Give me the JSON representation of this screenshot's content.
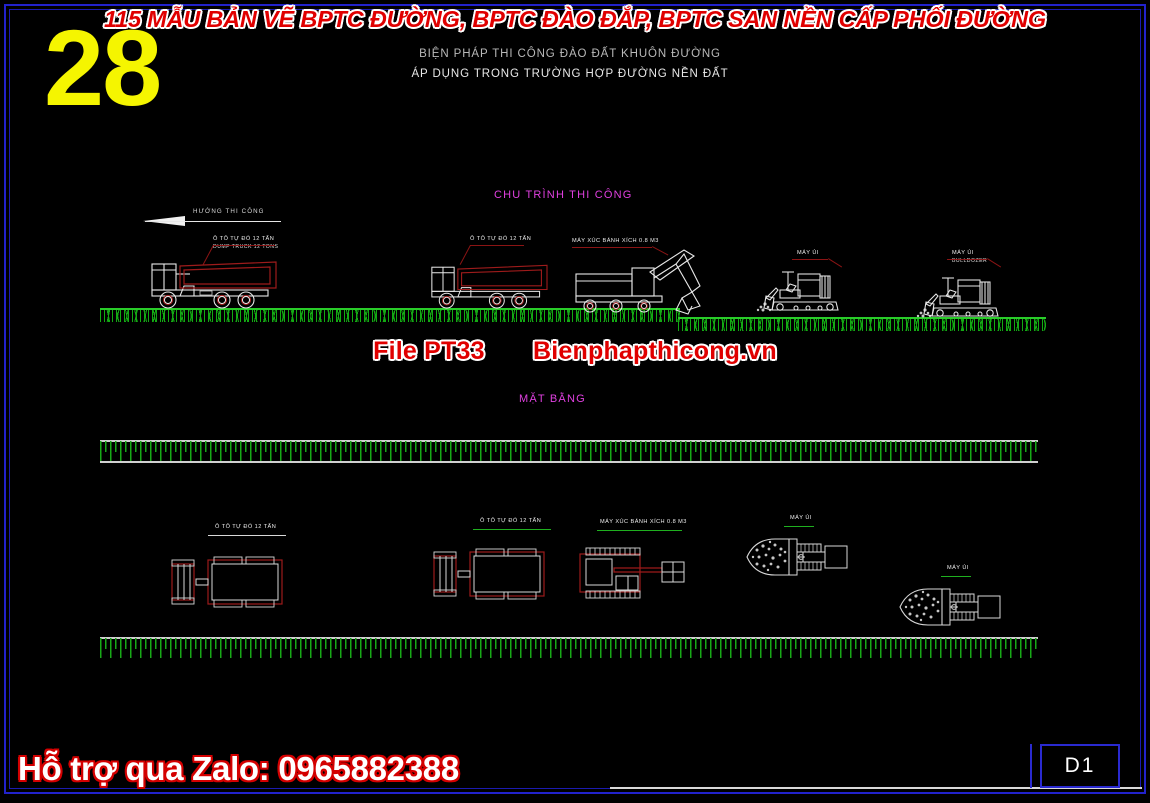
{
  "banner": {
    "text": "115 MẪU BẢN VẼ BPTC ĐƯỜNG, BPTC ĐÀO ĐẮP, BPTC SAN NỀN CẤP PHỐI ĐƯỜNG"
  },
  "sheet_number": "28",
  "drawing": {
    "subtitle_line1": "BIỆN PHÁP THI CÔNG ĐÀO ĐẤT KHUÔN ĐƯỜNG",
    "subtitle_line2": "ÁP DỤNG TRONG TRƯỜNG HỢP ĐƯỜNG NỀN ĐẤT",
    "section_cycle": "CHU TRÌNH THI CÔNG",
    "section_plan": "MẶT BẰNG",
    "direction_label": "HƯỚNG THI CÔNG"
  },
  "labels": {
    "truck_vn": "Ô TÔ TỰ ĐỔ 12 TẤN",
    "truck_en": "DUMP TRUCK 12 TONS",
    "excavator_vn": "MÁY XÚC BÁNH XÍCH 0.8 M3",
    "dozer_vn": "MÁY ỦI",
    "dozer_en": "BULLDOZER"
  },
  "watermark": {
    "file": "File PT33",
    "site": "Bienphapthicong.vn",
    "support": "Hỗ trợ qua Zalo: 0965882388"
  },
  "titleblock": {
    "sheet_code": "D1"
  },
  "colors": {
    "background": "#000000",
    "frame": "#2222cc",
    "banner_fill": "#e00000",
    "banner_stroke": "#ffffff",
    "sheet_number": "#f5f500",
    "section_heading": "#e040e0",
    "ground_hatch": "#17b517",
    "equipment_red": "#8b1414",
    "equipment_white": "#e8e8e8"
  }
}
